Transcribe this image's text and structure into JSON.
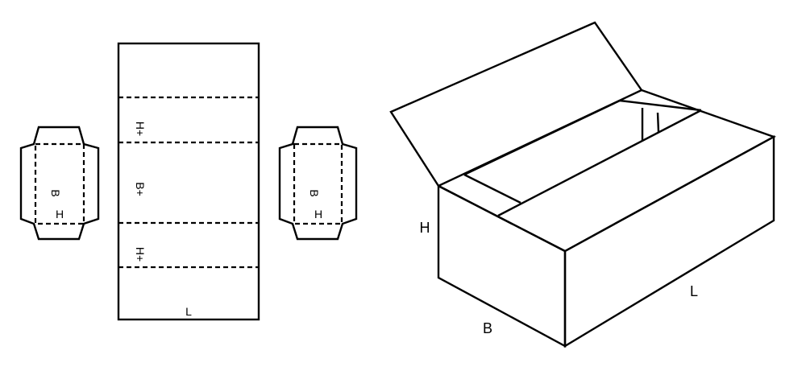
{
  "diagram": {
    "colors": {
      "line": "#000000",
      "background": "#ffffff"
    },
    "flat_layout": {
      "side_piece_left": {
        "label_b": "B",
        "label_h": "H"
      },
      "main_panel": {
        "label_h_top": "H+",
        "label_b": "B+",
        "label_h_bottom": "H+",
        "label_l": "L"
      },
      "side_piece_right": {
        "label_b": "B",
        "label_h": "H"
      }
    },
    "box_3d": {
      "label_h": "H",
      "label_b": "B",
      "label_l": "L"
    }
  }
}
